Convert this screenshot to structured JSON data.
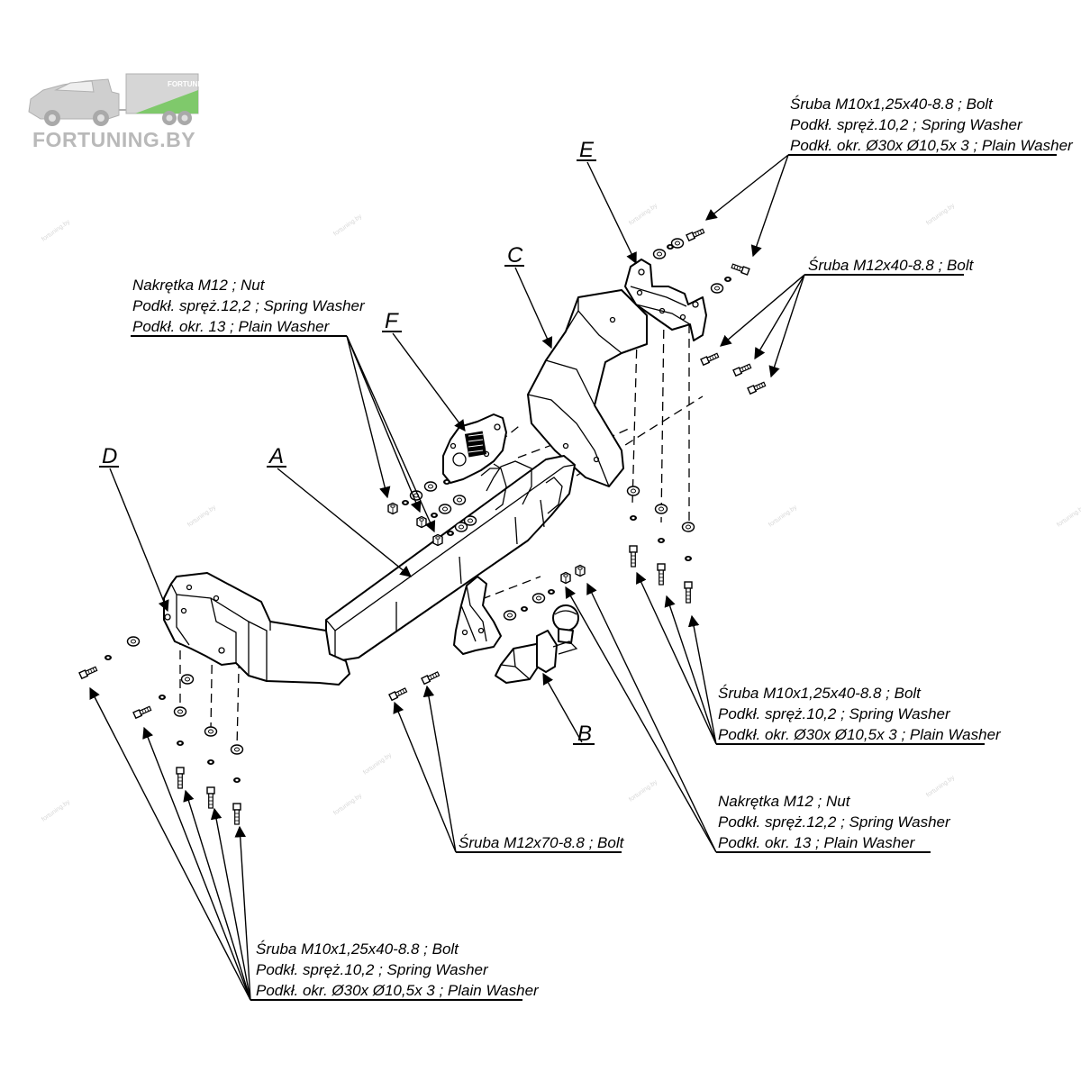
{
  "logo": {
    "text": "FORTUNING.BY",
    "trailer_text": "FORTUNING",
    "icon": "car-with-trailer-icon",
    "colors": {
      "gray": "#b9b9b9",
      "green": "#7fc96b"
    }
  },
  "part_letters": {
    "A": "A",
    "B": "B",
    "C": "C",
    "D": "D",
    "E": "E",
    "F": "F"
  },
  "callouts": {
    "top_right": [
      "Śruba M10x1,25x40-8.8 ;  Bolt",
      "Podkł. spręż.10,2 ; Spring Washer",
      "Podkł. okr.  Ø30x Ø10,5x 3 ; Plain Washer"
    ],
    "bolt_m12x40": [
      "Śruba M12x40-8.8 ;  Bolt"
    ],
    "nut_upper_left": [
      "Nakrętka  M12 ; Nut",
      "Podkł. spręż.12,2 ; Spring Washer",
      "Podkł. okr. 13 ; Plain Washer"
    ],
    "middle_right": [
      "Śruba M10x1,25x40-8.8 ;  Bolt",
      "Podkł. spręż.10,2 ; Spring Washer",
      "Podkł. okr.  Ø30x Ø10,5x 3 ; Plain Washer"
    ],
    "nut_lower_right": [
      "Nakrętka  M12 ; Nut",
      "Podkł. spręż.12,2 ; Spring Washer",
      "Podkł. okr. 13 ; Plain Washer"
    ],
    "bolt_m12x70": [
      "Śruba M12x70-8.8 ;  Bolt"
    ],
    "bottom_left": [
      "Śruba M10x1,25x40-8.8 ;  Bolt",
      "Podkł. spręż.10,2 ; Spring Washer",
      "Podkł. okr.  Ø30x Ø10,5x 3 ; Plain Washer"
    ]
  },
  "watermark": "fortuning.by"
}
